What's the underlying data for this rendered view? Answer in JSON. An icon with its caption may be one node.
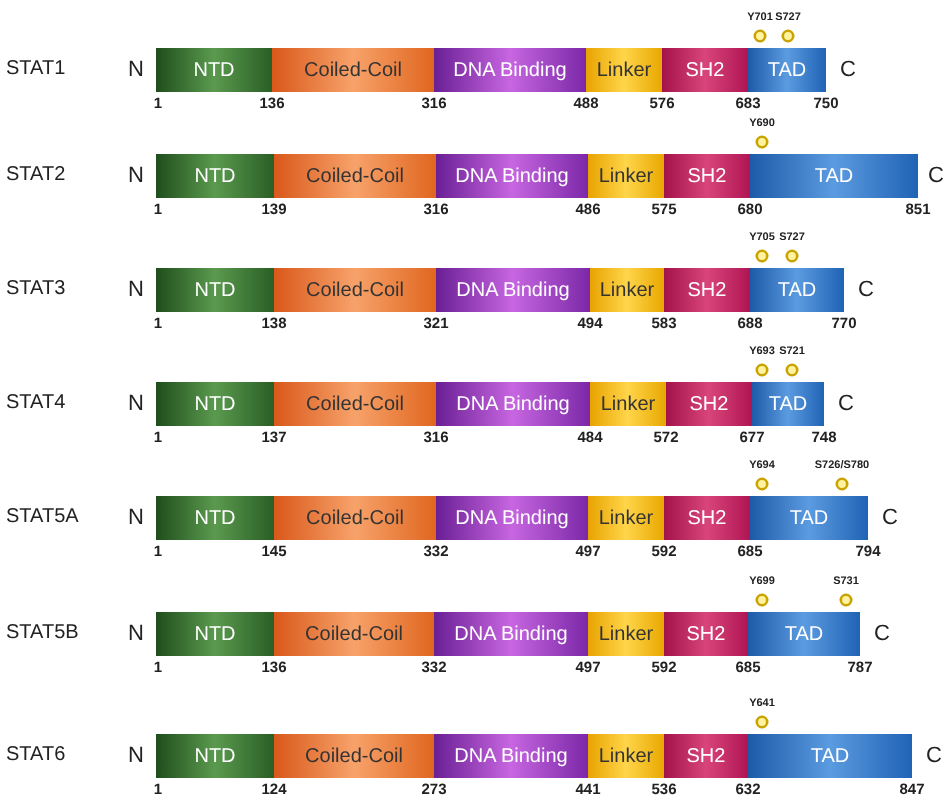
{
  "diagram": {
    "nodes": [
      {
        "text": [
          "NTD"
        ]
      },
      {
        "text": [
          "Coiled-Coil"
        ]
      },
      {
        "text": [
          "DNA Binding"
        ]
      },
      {
        "text": [
          "Linker"
        ]
      },
      {
        "text": [
          "SH2"
        ]
      },
      {
        "text": [
          "TAD"
        ]
      },
      {
        "text": [
          "NTD"
        ]
      },
      {
        "text": [
          "Coiled-Coil"
        ]
      },
      {
        "text": [
          "DNA Binding"
        ]
      },
      {
        "text": [
          "Linker"
        ]
      },
      {
        "text": [
          "SH2"
        ]
      },
      {
        "text": [
          "TAD"
        ]
      },
      {
        "text": [
          "NTD"
        ]
      },
      {
        "text": [
          "Coiled-Coil"
        ]
      },
      {
        "text": [
          "DNA Binding"
        ]
      },
      {
        "text": [
          "Linker"
        ]
      },
      {
        "text": [
          "SH2"
        ]
      },
      {
        "text": [
          "TAD"
        ]
      },
      {
        "text": [
          "NTD"
        ]
      },
      {
        "text": [
          "Coiled-Coil"
        ]
      },
      {
        "text": [
          "DNA Binding"
        ]
      },
      {
        "text": [
          "Linker"
        ]
      },
      {
        "text": [
          "SH2"
        ]
      },
      {
        "text": [
          "TAD"
        ]
      },
      {
        "text": [
          "NTD"
        ]
      },
      {
        "text": [
          "Coiled-Coil"
        ]
      },
      {
        "text": [
          "DNA Binding"
        ]
      },
      {
        "text": [
          "Linker"
        ]
      },
      {
        "text": [
          "SH2"
        ]
      },
      {
        "text": [
          "TAD"
        ]
      },
      {
        "text": [
          "NTD"
        ]
      },
      {
        "text": [
          "Coiled-Coil"
        ]
      },
      {
        "text": [
          "DNA Binding"
        ]
      },
      {
        "text": [
          "Linker"
        ]
      },
      {
        "text": [
          "SH2"
        ]
      },
      {
        "text": [
          "TAD"
        ]
      },
      {
        "text": [
          "NTD"
        ]
      },
      {
        "text": [
          "Coiled-Coil"
        ]
      },
      {
        "text": [
          "DNA Binding"
        ]
      },
      {
        "text": [
          "Linker"
        ]
      },
      {
        "text": [
          "SH2"
        ]
      },
      {
        "text": [
          "TAD"
        ]
      }
    ],
    "labels": [
      "Y701",
      "S727",
      "STAT1",
      "N",
      "C",
      "1",
      "136",
      "316",
      "488",
      "576",
      "683",
      "750",
      "Y690",
      "STAT2",
      "N",
      "C",
      "1",
      "139",
      "316",
      "486",
      "575",
      "680",
      "851",
      "Y705",
      "S727",
      "STAT3",
      "N",
      "C",
      "1",
      "138",
      "321",
      "494",
      "583",
      "688",
      "770",
      "Y693",
      "S721",
      "STAT4",
      "N",
      "C",
      "1",
      "137",
      "316",
      "484",
      "572",
      "677",
      "748",
      "Y694",
      "S726/S780",
      "STAT5A",
      "N",
      "C",
      "1",
      "145",
      "332",
      "497",
      "592",
      "685",
      "794",
      "Y699",
      "S731",
      "STAT5B",
      "N",
      "C",
      "1",
      "136",
      "332",
      "497",
      "592",
      "685",
      "787",
      "Y641",
      "STAT6",
      "N",
      "C",
      "1",
      "124",
      "273",
      "441",
      "536",
      "632",
      "847"
    ]
  }
}
